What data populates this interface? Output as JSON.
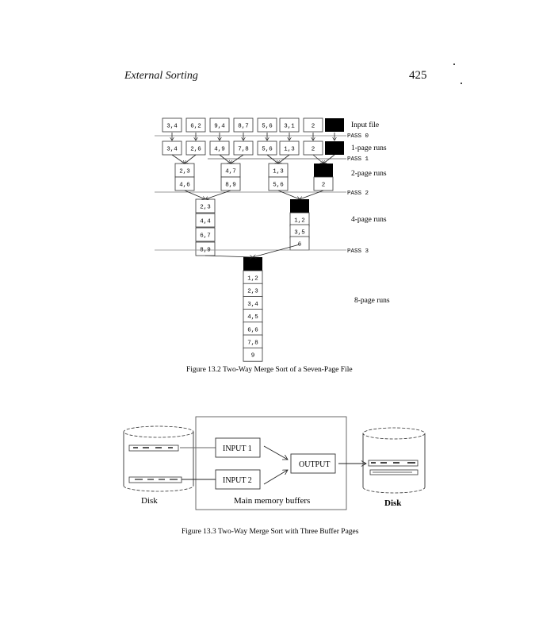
{
  "header": {
    "title": "External Sorting",
    "page_number": "425"
  },
  "figure1": {
    "caption": "Figure 13.2   Two-Way Merge Sort of a Seven-Page File",
    "row_labels": {
      "input": "Input file",
      "runs1": "1-page runs",
      "runs2": "2-page runs",
      "runs4": "4-page runs",
      "runs8": "8-page runs"
    },
    "pass_labels": [
      "PASS 0",
      "PASS 1",
      "PASS 2",
      "PASS 3"
    ],
    "input_file": [
      "3,4",
      "6,2",
      "9,4",
      "8,7",
      "5,6",
      "3,1",
      "2"
    ],
    "one_page_runs": [
      "3,4",
      "2,6",
      "4,9",
      "7,8",
      "5,6",
      "1,3",
      "2"
    ],
    "two_page_runs": [
      [
        "2,3",
        "4,6"
      ],
      [
        "4,7",
        "8,9"
      ],
      [
        "1,3",
        "5,6"
      ],
      [
        "2"
      ]
    ],
    "four_page_runs": [
      [
        "2,3",
        "4,4",
        "6,7",
        "8,9"
      ],
      [
        "1,2",
        "3,5",
        "6"
      ]
    ],
    "eight_page_runs": [
      [
        "1,2",
        "2,3",
        "3,4",
        "4,5",
        "6,6",
        "7,8",
        "9"
      ]
    ]
  },
  "figure2": {
    "caption": "Figure 13.3   Two-Way Merge Sort with Three Buffer Pages",
    "disk_left_label": "Disk",
    "disk_right_label": "Disk",
    "input1": "INPUT 1",
    "input2": "INPUT 2",
    "output": "OUTPUT",
    "memory_label": "Main memory buffers"
  }
}
